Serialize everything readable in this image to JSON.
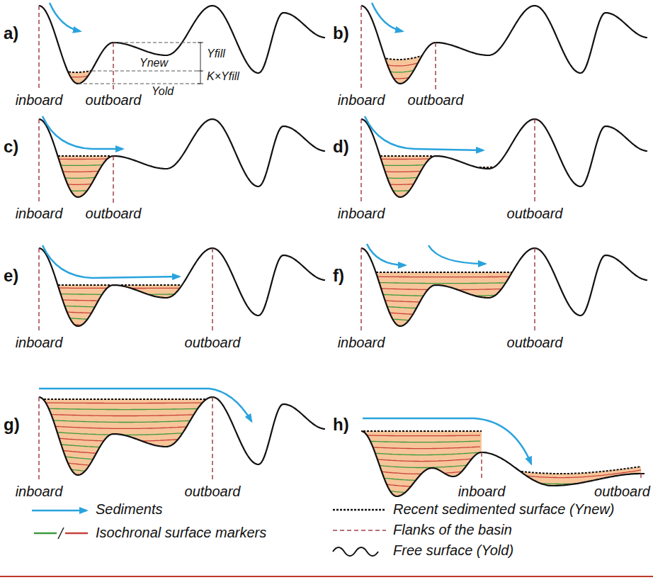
{
  "diagram": {
    "labels": [
      "a)",
      "inboard",
      "outboard",
      "Yfill",
      "Ynew",
      "K×Yfill",
      "Yold",
      "b)",
      "inboard",
      "outboard",
      "c)",
      "inboard",
      "outboard",
      "d)",
      "inboard",
      "outboard",
      "e)",
      "inboard",
      "outboard",
      "f)",
      "inboard",
      "outboard",
      "g)",
      "inboard",
      "outboard",
      "h)",
      "inboard",
      "outboard"
    ],
    "legend": [
      {
        "text": "Sediments"
      },
      {
        "text": "Isochronal surface markers"
      },
      {
        "text": "Recent sedimented surface (Ynew)"
      },
      {
        "text": "Flanks of the basin"
      },
      {
        "text": "Free surface (Yold)"
      }
    ]
  }
}
